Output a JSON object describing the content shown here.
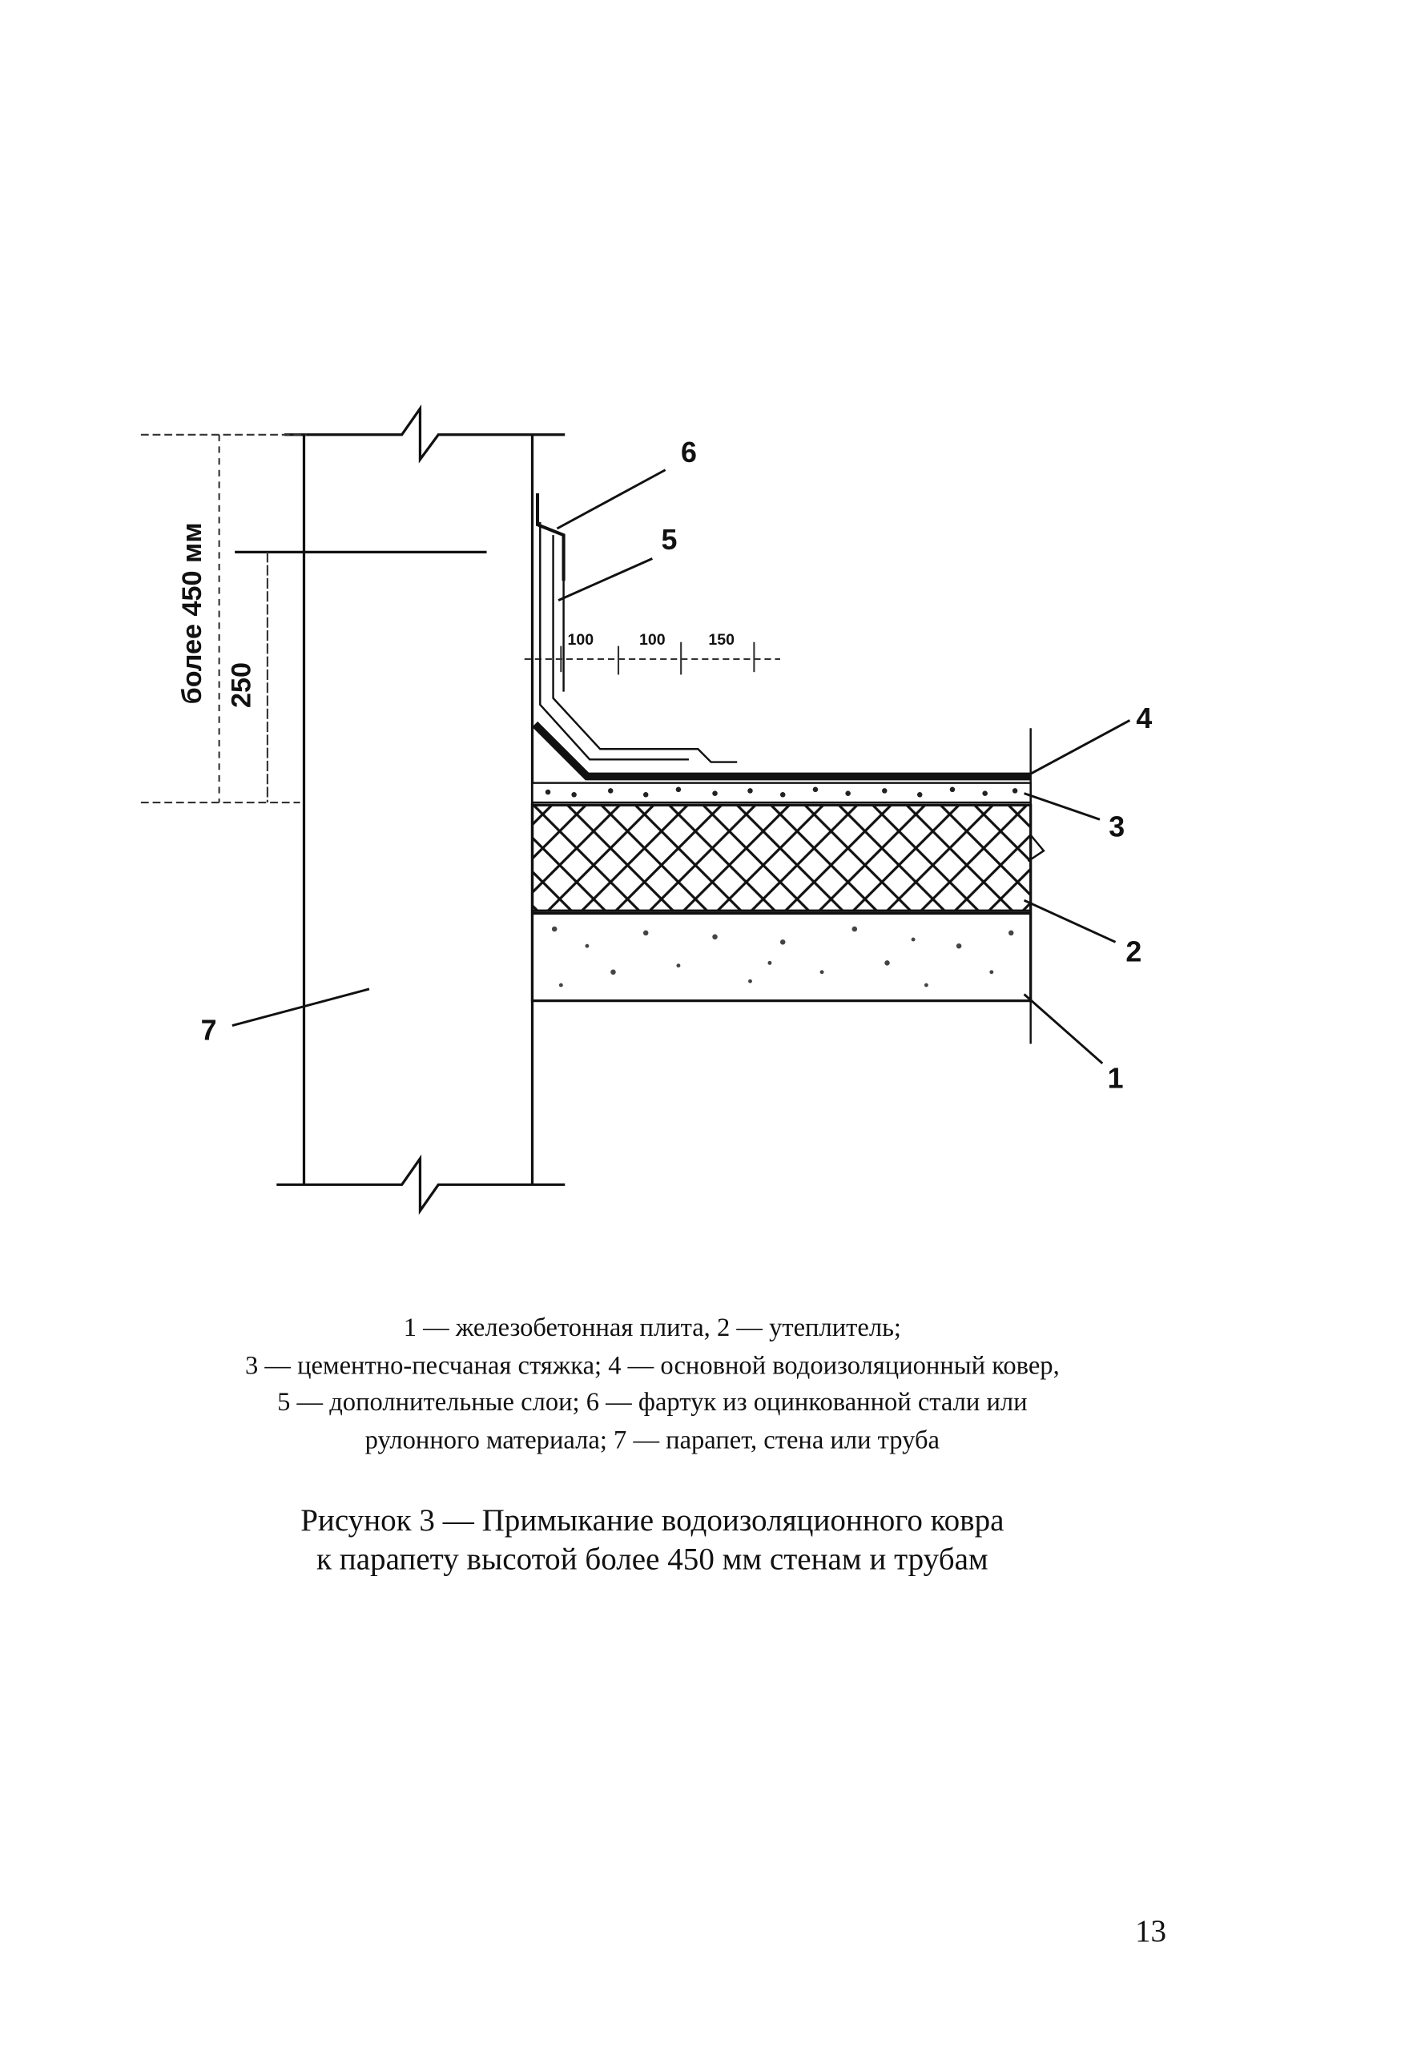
{
  "figure": {
    "callouts": {
      "c1": "1",
      "c2": "2",
      "c3": "3",
      "c4": "4",
      "c5": "5",
      "c6": "6",
      "c7": "7"
    },
    "dimensions": {
      "total_height": "более 450 мм",
      "overlap_height": "250",
      "step1": "100",
      "step2": "100",
      "step3": "150"
    }
  },
  "legend": {
    "lines": [
      "1 — железобетонная плита, 2 — утеплитель;",
      "3 — цементно-песчаная стяжка; 4 — основной водоизоляционный ковер,",
      "5 — дополнительные слои; 6 — фартук из оцинкованной стали или",
      "рулонного материала; 7 — парапет, стена или труба"
    ]
  },
  "caption": {
    "lines": [
      "Рисунок 3 — Примыкание водоизоляционного ковра",
      "к парапету высотой более 450 мм стенам и трубам"
    ]
  },
  "page_number": "13"
}
